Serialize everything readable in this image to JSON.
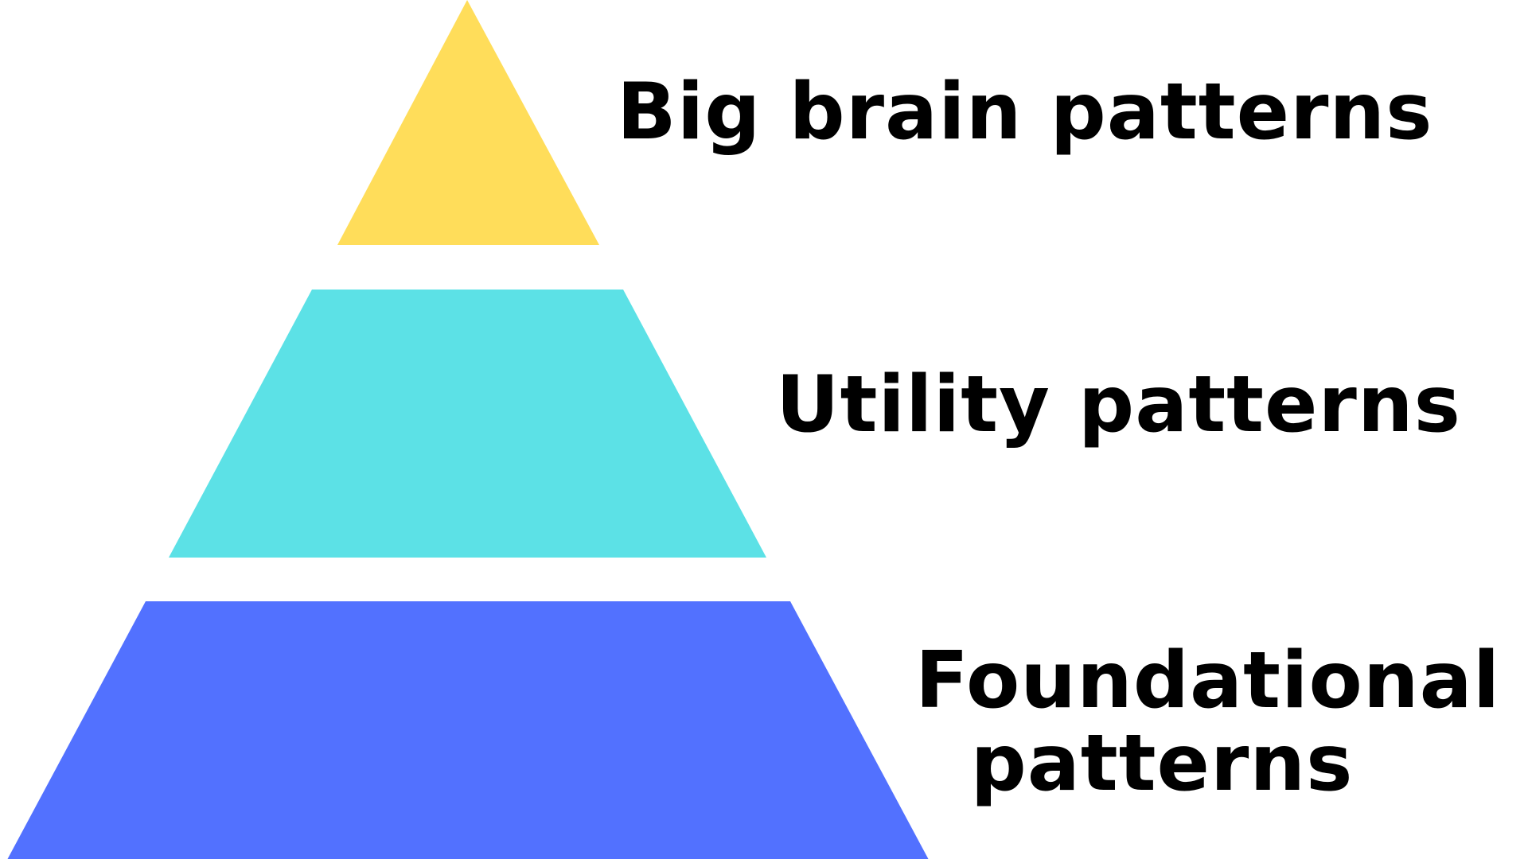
{
  "diagram": {
    "tiers": [
      {
        "label": "Big brain patterns",
        "color": "#FFDD5A"
      },
      {
        "label": "Utility patterns",
        "color": "#5CE1E6"
      },
      {
        "label_lines": [
          "Foundational",
          "patterns"
        ],
        "color": "#5271FF"
      }
    ]
  }
}
